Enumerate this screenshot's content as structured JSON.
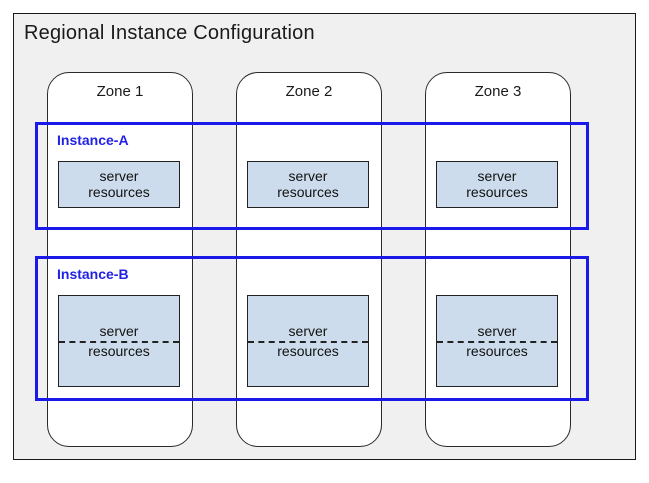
{
  "diagram": {
    "title": "Regional Instance Configuration",
    "background_color": "#f0f0f0",
    "border_color": "#1a1a1a"
  },
  "zones": [
    {
      "label": "Zone 1"
    },
    {
      "label": "Zone 2"
    },
    {
      "label": "Zone 3"
    }
  ],
  "instances": [
    {
      "label": "Instance-A",
      "color": "#1a1ae8",
      "resource_style": "solid",
      "resources": [
        {
          "line1": "server",
          "line2": "resources"
        },
        {
          "line1": "server",
          "line2": "resources"
        },
        {
          "line1": "server",
          "line2": "resources"
        }
      ]
    },
    {
      "label": "Instance-B",
      "color": "#1a1ae8",
      "resource_style": "split-dashed",
      "resources": [
        {
          "line1": "server",
          "line2": "resources"
        },
        {
          "line1": "server",
          "line2": "resources"
        },
        {
          "line1": "server",
          "line2": "resources"
        }
      ]
    }
  ],
  "colors": {
    "resource_fill": "#cddced",
    "resource_border": "#222222",
    "instance_border": "#1a1ae8",
    "zone_fill": "#ffffff",
    "zone_border": "#2b2b2b"
  }
}
